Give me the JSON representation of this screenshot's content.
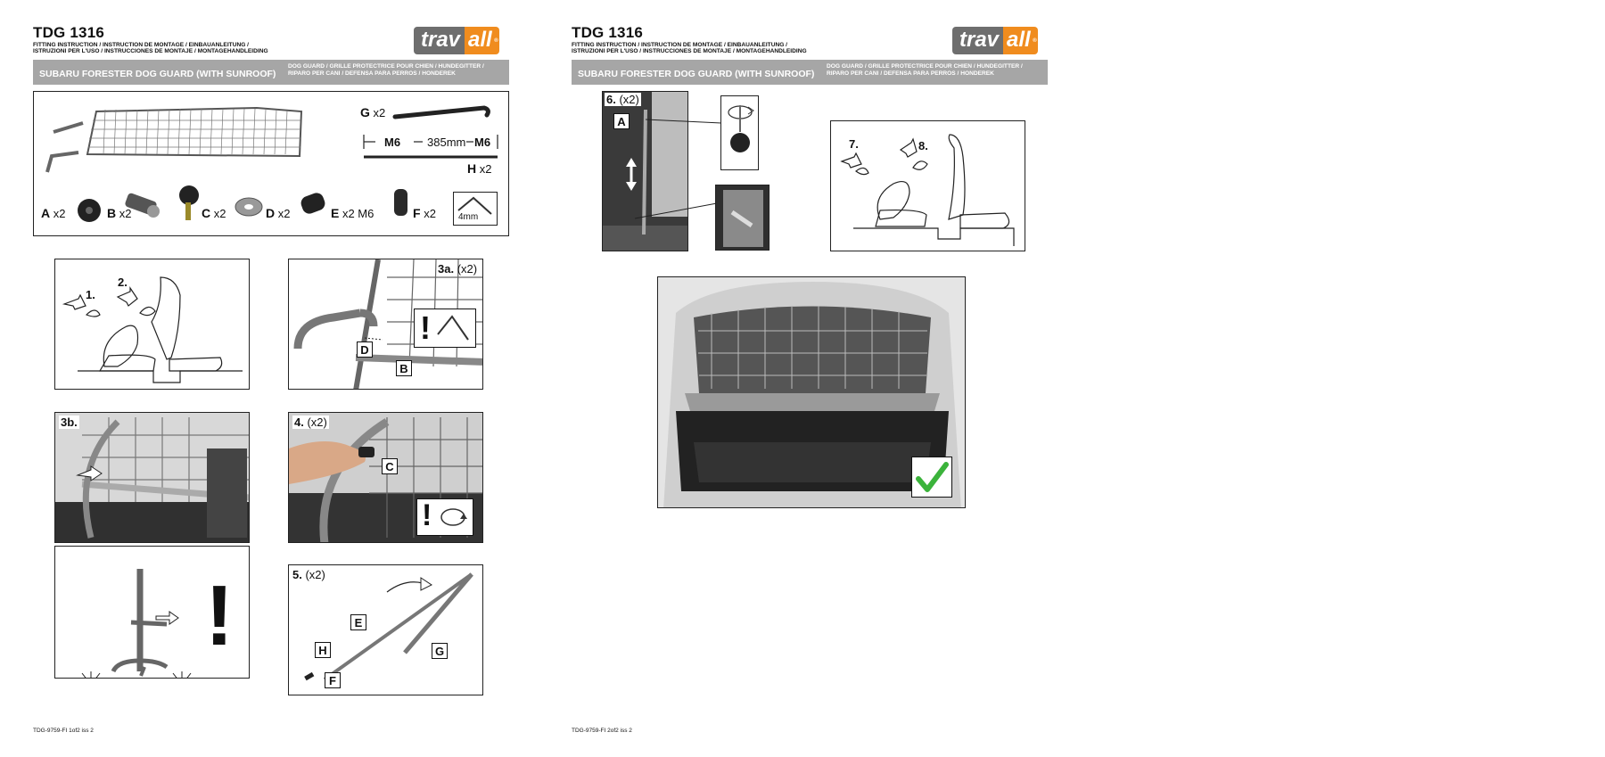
{
  "pages": [
    {
      "title": "TDG 1316",
      "subtitle": "FITTING INSTRUCTION / INSTRUCTION DE MONTAGE / EINBAUANLEITUNG /\nISTRUZIONI PER L'USO / INSTRUCCIONES DE MONTAJE / MONTAGEHANDLEIDING",
      "product": "SUBARU FORESTER DOG GUARD (WITH SUNROOF)",
      "category": "DOG GUARD / GRILLE PROTECTRICE POUR CHIEN / HUNDEGITTER /\nRIPARO PER CANI / DEFENSA PARA PERROS / HONDEREK",
      "footer": "TDG-9759-FI 1of2 iss 2"
    },
    {
      "title": "TDG 1316",
      "subtitle": "FITTING INSTRUCTION / INSTRUCTION DE MONTAGE / EINBAUANLEITUNG /\nISTRUZIONI PER L'USO / INSTRUCCIONES DE MONTAJE / MONTAGEHANDLEIDING",
      "product": "SUBARU FORESTER DOG GUARD (WITH SUNROOF)",
      "category": "DOG GUARD / GRILLE PROTECTRICE POUR CHIEN / HUNDEGITTER /\nRIPARO PER CANI / DEFENSA PARA PERROS / HONDEREK",
      "footer": "TDG-9759-FI 2of2 iss 2"
    }
  ],
  "logo": {
    "part1": "trav",
    "part2": "all",
    "registered": "®"
  },
  "parts": {
    "A": {
      "letter": "A",
      "qty": "x2"
    },
    "B": {
      "letter": "B",
      "qty": "x2"
    },
    "C": {
      "letter": "C",
      "qty": "x2"
    },
    "D": {
      "letter": "D",
      "qty": "x2"
    },
    "E": {
      "letter": "E",
      "qty": "x2 M6"
    },
    "F": {
      "letter": "F",
      "qty": "x2"
    },
    "G": {
      "letter": "G",
      "qty": "x2"
    },
    "H": {
      "letter": "H",
      "qty": "x2"
    },
    "rod_left": "M6",
    "rod_mid": "385mm",
    "rod_right": "M6",
    "allen_key": "4mm"
  },
  "steps": {
    "s1": "1.",
    "s2": "2.",
    "s3a": {
      "num": "3a.",
      "qty": "(x2)"
    },
    "s3b": {
      "num": "3b."
    },
    "s4": {
      "num": "4.",
      "qty": "(x2)"
    },
    "s5": {
      "num": "5.",
      "qty": "(x2)"
    },
    "s6": {
      "num": "6.",
      "qty": "(x2)"
    },
    "s7": "7.",
    "s8": "8."
  },
  "tags": {
    "A": "A",
    "B": "B",
    "C": "C",
    "D": "D",
    "E": "E",
    "F": "F",
    "G": "G",
    "H": "H"
  },
  "exclaim": "!",
  "colors": {
    "band": "#a6a6a6",
    "logo_grey": "#6e6e6e",
    "logo_orange": "#f08c1e",
    "check": "#3bb33b"
  }
}
